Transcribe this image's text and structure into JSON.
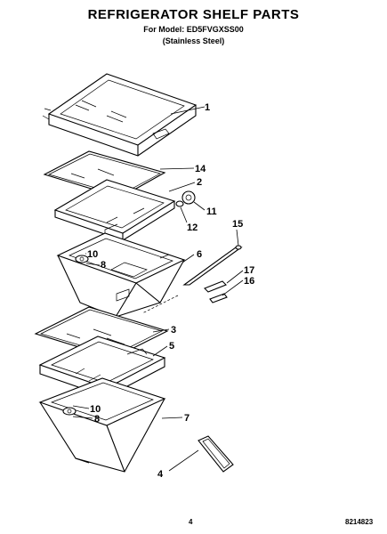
{
  "header": {
    "title": "REFRIGERATOR SHELF PARTS",
    "model": "For Model: ED5FVGXSS00",
    "finish": "(Stainless Steel)"
  },
  "callouts": [
    {
      "id": "c1",
      "label": "1"
    },
    {
      "id": "c14",
      "label": "14"
    },
    {
      "id": "c2",
      "label": "2"
    },
    {
      "id": "c11",
      "label": "11"
    },
    {
      "id": "c12",
      "label": "12"
    },
    {
      "id": "c15",
      "label": "15"
    },
    {
      "id": "c10a",
      "label": "10"
    },
    {
      "id": "c6",
      "label": "6"
    },
    {
      "id": "c8a",
      "label": "8"
    },
    {
      "id": "c17",
      "label": "17"
    },
    {
      "id": "c16",
      "label": "16"
    },
    {
      "id": "c3",
      "label": "3"
    },
    {
      "id": "c5",
      "label": "5"
    },
    {
      "id": "c10b",
      "label": "10"
    },
    {
      "id": "c8b",
      "label": "8"
    },
    {
      "id": "c7",
      "label": "7"
    },
    {
      "id": "c4",
      "label": "4"
    }
  ],
  "footer": {
    "page": "4",
    "doc": "8214823"
  }
}
